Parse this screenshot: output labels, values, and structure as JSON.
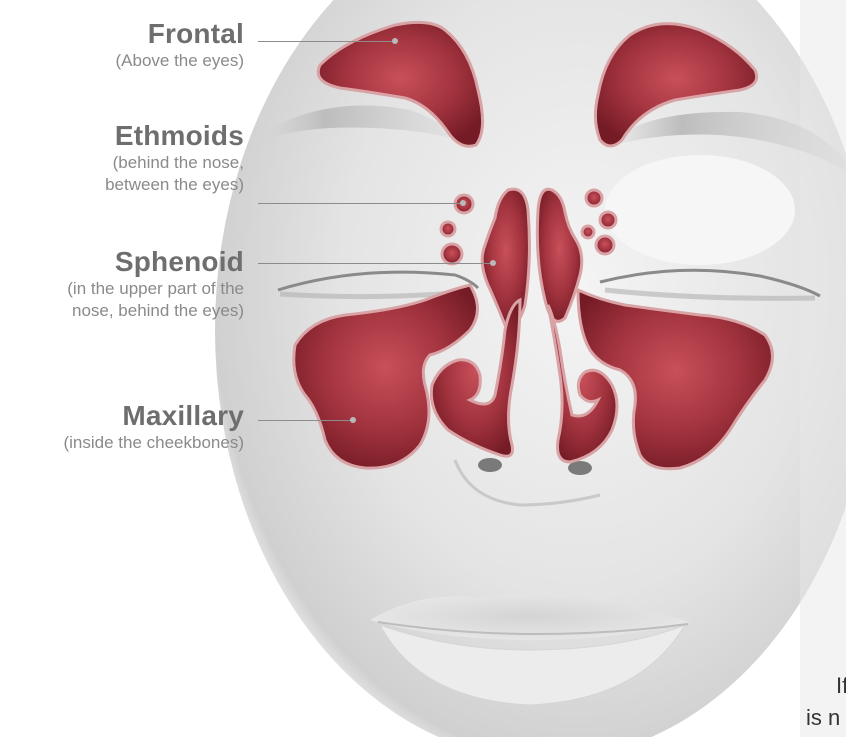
{
  "labels": {
    "frontal": {
      "title": "Frontal",
      "description": "(Above the eyes)"
    },
    "ethmoids": {
      "title": "Ethmoids",
      "description_line1": "(behind the nose,",
      "description_line2": "between the eyes)"
    },
    "sphenoid": {
      "title": "Sphenoid",
      "description_line1": "(in the upper part of the",
      "description_line2": "nose, behind the eyes)"
    },
    "maxillary": {
      "title": "Maxillary",
      "description": "(inside the cheekbones)"
    }
  },
  "cut_off_text": {
    "line1": "If",
    "line2": "is n"
  },
  "colors": {
    "sinus_fill": "#8e2530",
    "sinus_highlight": "#c8505a",
    "sinus_outline": "#d9a3a6",
    "label_title": "#6e6e6e",
    "label_description": "#8a8a8a",
    "leader_line": "#8c8c8c"
  }
}
